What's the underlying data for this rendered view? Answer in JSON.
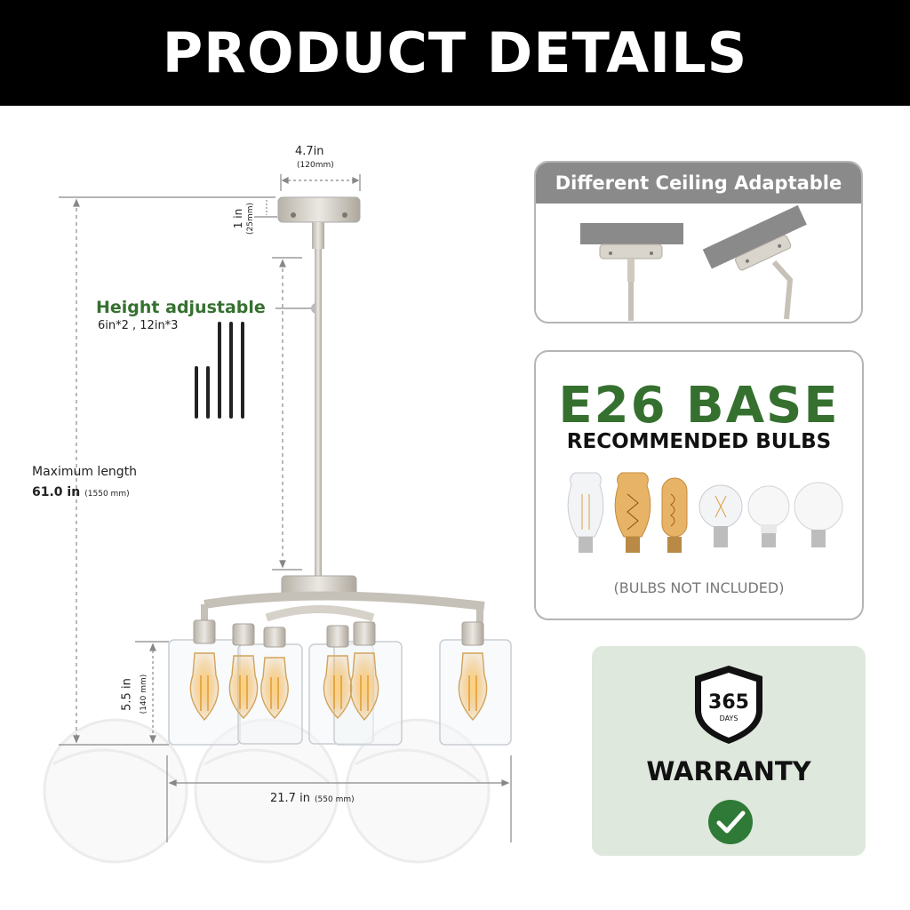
{
  "header": {
    "title": "PRODUCT DETAILS"
  },
  "diagram": {
    "canopy_width": "4.7in",
    "canopy_width_mm": "(120mm)",
    "canopy_height": "1 in",
    "canopy_height_mm": "(25mm)",
    "height_adjustable_title": "Height adjustable",
    "rods": "6in*2 ,  12in*3",
    "max_length_label": "Maximum length",
    "max_length_value": "61.0 in",
    "max_length_mm": "(1550 mm)",
    "shade_height": "5.5 in",
    "shade_height_mm": "(140 mm)",
    "fixture_width": "21.7 in",
    "fixture_width_mm": "(550 mm)"
  },
  "ceiling_card": {
    "title": "Different Ceiling Adaptable"
  },
  "bulb_card": {
    "heading": "E26 BASE",
    "subheading": "RECOMMENDED BULBS",
    "note": "(BULBS NOT INCLUDED)"
  },
  "warranty_card": {
    "badge_number": "365",
    "badge_unit": "DAYS",
    "label": "WARRANTY"
  },
  "colors": {
    "accent_green": "#35702f",
    "card_header_gray": "#8a8a8a",
    "warranty_bg": "#dfe8dd",
    "metal": "#cfcac2"
  }
}
